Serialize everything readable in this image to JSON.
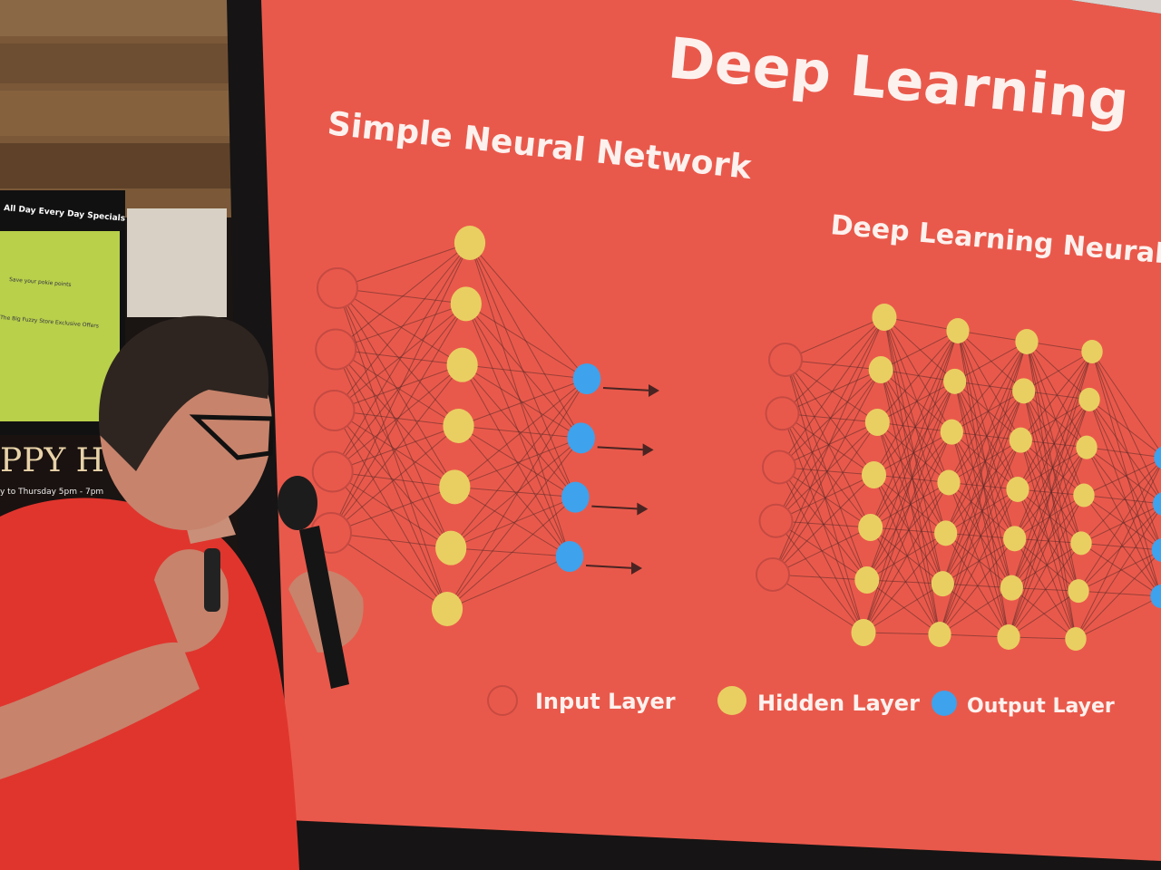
{
  "slide": {
    "title": "Deep Learning",
    "simple_heading": "Simple Neural Network",
    "deep_heading": "Deep Learning Neural Netwo",
    "legend": {
      "input": "Input Layer",
      "hidden": "Hidden Layer",
      "output": "Output Layer"
    },
    "colors": {
      "background": "#e9594b",
      "input_node": "#e9594b",
      "hidden_node": "#e9cf62",
      "output_node": "#3ea2ec"
    }
  },
  "networks": {
    "simple_layers": [
      5,
      7,
      4
    ],
    "deep_layers": [
      5,
      7,
      7,
      7,
      7,
      4
    ]
  },
  "poster": {
    "heading": "All Day Every Day Specials",
    "subheading": "Save your pokie points",
    "offer": "The Big Fuzzy Store Exclusive Offers",
    "happy_hour": "PPY HOU",
    "happy_hour_times": "y to Thursday 5pm - 7pm"
  }
}
